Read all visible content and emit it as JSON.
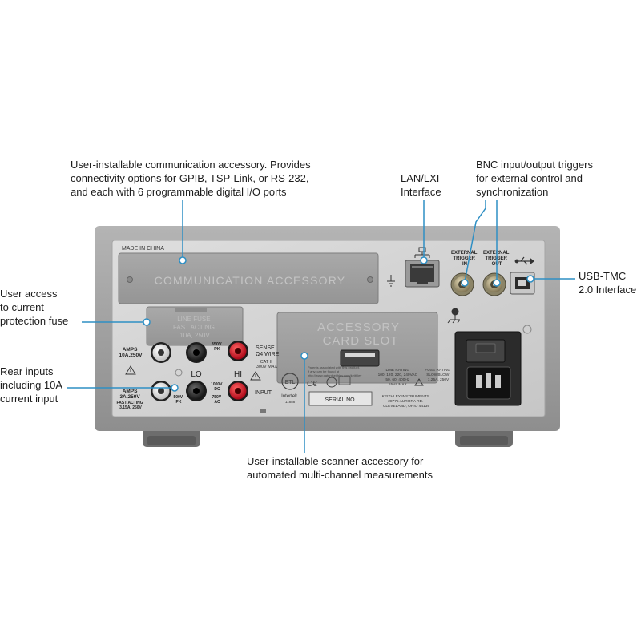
{
  "callouts": {
    "comm_accessory": [
      "User-installable communication accessory. Provides",
      "connectivity options for GPIB, TSP-Link, or RS-232,",
      "and each with 6 programmable digital I/O ports"
    ],
    "lan": [
      "LAN/LXI",
      "Interface"
    ],
    "bnc": [
      "BNC input/output triggers",
      "for external control and",
      "synchronization"
    ],
    "usb": [
      "USB-TMC",
      "2.0 Interface"
    ],
    "fuse": [
      "User access",
      "to current",
      "protection fuse"
    ],
    "rear_inputs": [
      "Rear inputs",
      "including 10A",
      "current input"
    ],
    "scanner": [
      "User-installable scanner accessory for",
      "automated multi-channel measurements"
    ]
  },
  "panel": {
    "made_in": "MADE IN CHINA",
    "comm_slot": "COMMUNICATION ACCESSORY",
    "fuse_text": [
      "LINE FUSE",
      "FAST ACTING",
      "10A, 250V"
    ],
    "card_slot": [
      "ACCESSORY",
      "CARD SLOT"
    ],
    "ext_trig_in": [
      "EXTERNAL",
      "TRIGGER",
      "IN"
    ],
    "ext_trig_out": [
      "EXTERNAL",
      "TRIGGER",
      "OUT"
    ],
    "amps_10a": [
      "AMPS",
      "10A,250V"
    ],
    "amps_3a": [
      "AMPS",
      "3A,250V",
      "FAST ACTING",
      "3.15A, 250V"
    ],
    "lo": "LO",
    "hi": "HI",
    "peak_350": [
      "350V",
      "PK"
    ],
    "sense": [
      "SENSE",
      "Ω4 WIRE"
    ],
    "cat": [
      "CAT II",
      "300V MAX"
    ],
    "input": "INPUT",
    "v1000": [
      "1000V",
      "DC"
    ],
    "v750": [
      "750V",
      "AC"
    ],
    "v500": [
      "500V",
      "PK"
    ],
    "patents": [
      "Patents associated with this product,",
      "if any, can be found at",
      "http://www.patentkeithley.com/keithley"
    ],
    "line_rating": [
      "LINE RATING",
      "100, 120, 220, 240VAC",
      "50, 60, 400Hz",
      "65VA MAX."
    ],
    "fuse_rating": [
      "FUSE RATING",
      "SLOWBLOW",
      "1.25A, 250V"
    ],
    "intertek": [
      "Intertek",
      "11858"
    ],
    "serial": "SERIAL NO.",
    "keithley": [
      "KEITHLEY INSTRUMENTS",
      "28775 AURORA RD.",
      "CLEVELAND, OHIO 44139"
    ]
  }
}
